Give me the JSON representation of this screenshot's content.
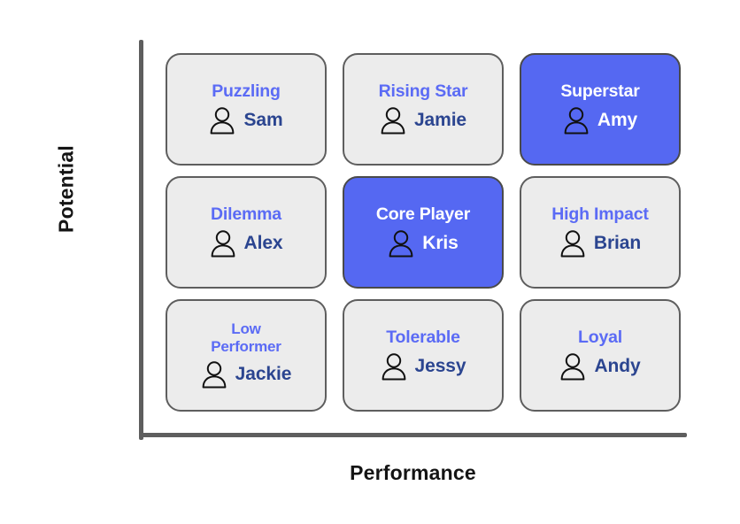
{
  "chart_type": "nine-box-grid",
  "axes": {
    "y_label": "Potential",
    "x_label": "Performance"
  },
  "colors": {
    "accent_blue": "#5568f2",
    "title_blue": "#5b6bf5",
    "name_navy": "#2b4590",
    "cell_background": "#ececec",
    "cell_border": "#5e5e5e",
    "axis": "#5e5e5e",
    "highlight_text": "#ffffff",
    "page_background": "#ffffff"
  },
  "grid": {
    "rows": 3,
    "columns": 3,
    "cells": [
      {
        "title": "Puzzling",
        "name": "Sam",
        "highlight": false,
        "icon": "person-icon",
        "row": 1,
        "col": 1
      },
      {
        "title": "Rising Star",
        "name": "Jamie",
        "highlight": false,
        "icon": "person-icon",
        "row": 1,
        "col": 2
      },
      {
        "title": "Superstar",
        "name": "Amy",
        "highlight": true,
        "icon": "person-icon",
        "row": 1,
        "col": 3
      },
      {
        "title": "Dilemma",
        "name": "Alex",
        "highlight": false,
        "icon": "person-icon",
        "row": 2,
        "col": 1
      },
      {
        "title": "Core Player",
        "name": "Kris",
        "highlight": true,
        "icon": "person-icon",
        "row": 2,
        "col": 2
      },
      {
        "title": "High Impact",
        "name": "Brian",
        "highlight": false,
        "icon": "person-icon",
        "row": 2,
        "col": 3
      },
      {
        "title": "Low\nPerformer",
        "name": "Jackie",
        "highlight": false,
        "icon": "person-icon",
        "row": 3,
        "col": 1
      },
      {
        "title": "Tolerable",
        "name": "Jessy",
        "highlight": false,
        "icon": "person-icon",
        "row": 3,
        "col": 2
      },
      {
        "title": "Loyal",
        "name": "Andy",
        "highlight": false,
        "icon": "person-icon",
        "row": 3,
        "col": 3
      }
    ]
  }
}
